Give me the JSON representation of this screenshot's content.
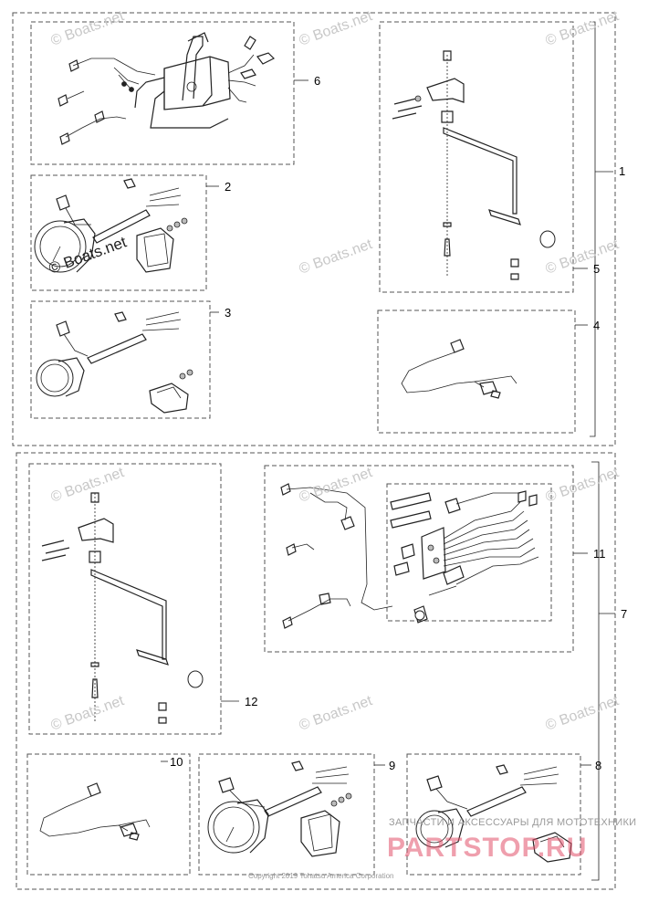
{
  "callouts": {
    "c1": "1",
    "c2": "2",
    "c3": "3",
    "c4": "4",
    "c5": "5",
    "c6": "6",
    "c7": "7",
    "c8": "8",
    "c9": "9",
    "c10": "10",
    "c11": "11",
    "c12": "12"
  },
  "watermark": "© Boats.net",
  "copyright": "Copyright 2019 Tohatsu America Corporation",
  "overlay": {
    "line1": "ЗАПЧАСТИ И АКСЕССУАРЫ ДЛЯ МОТОТЕХНИКИ",
    "line2": "PARTSTOP.RU"
  }
}
